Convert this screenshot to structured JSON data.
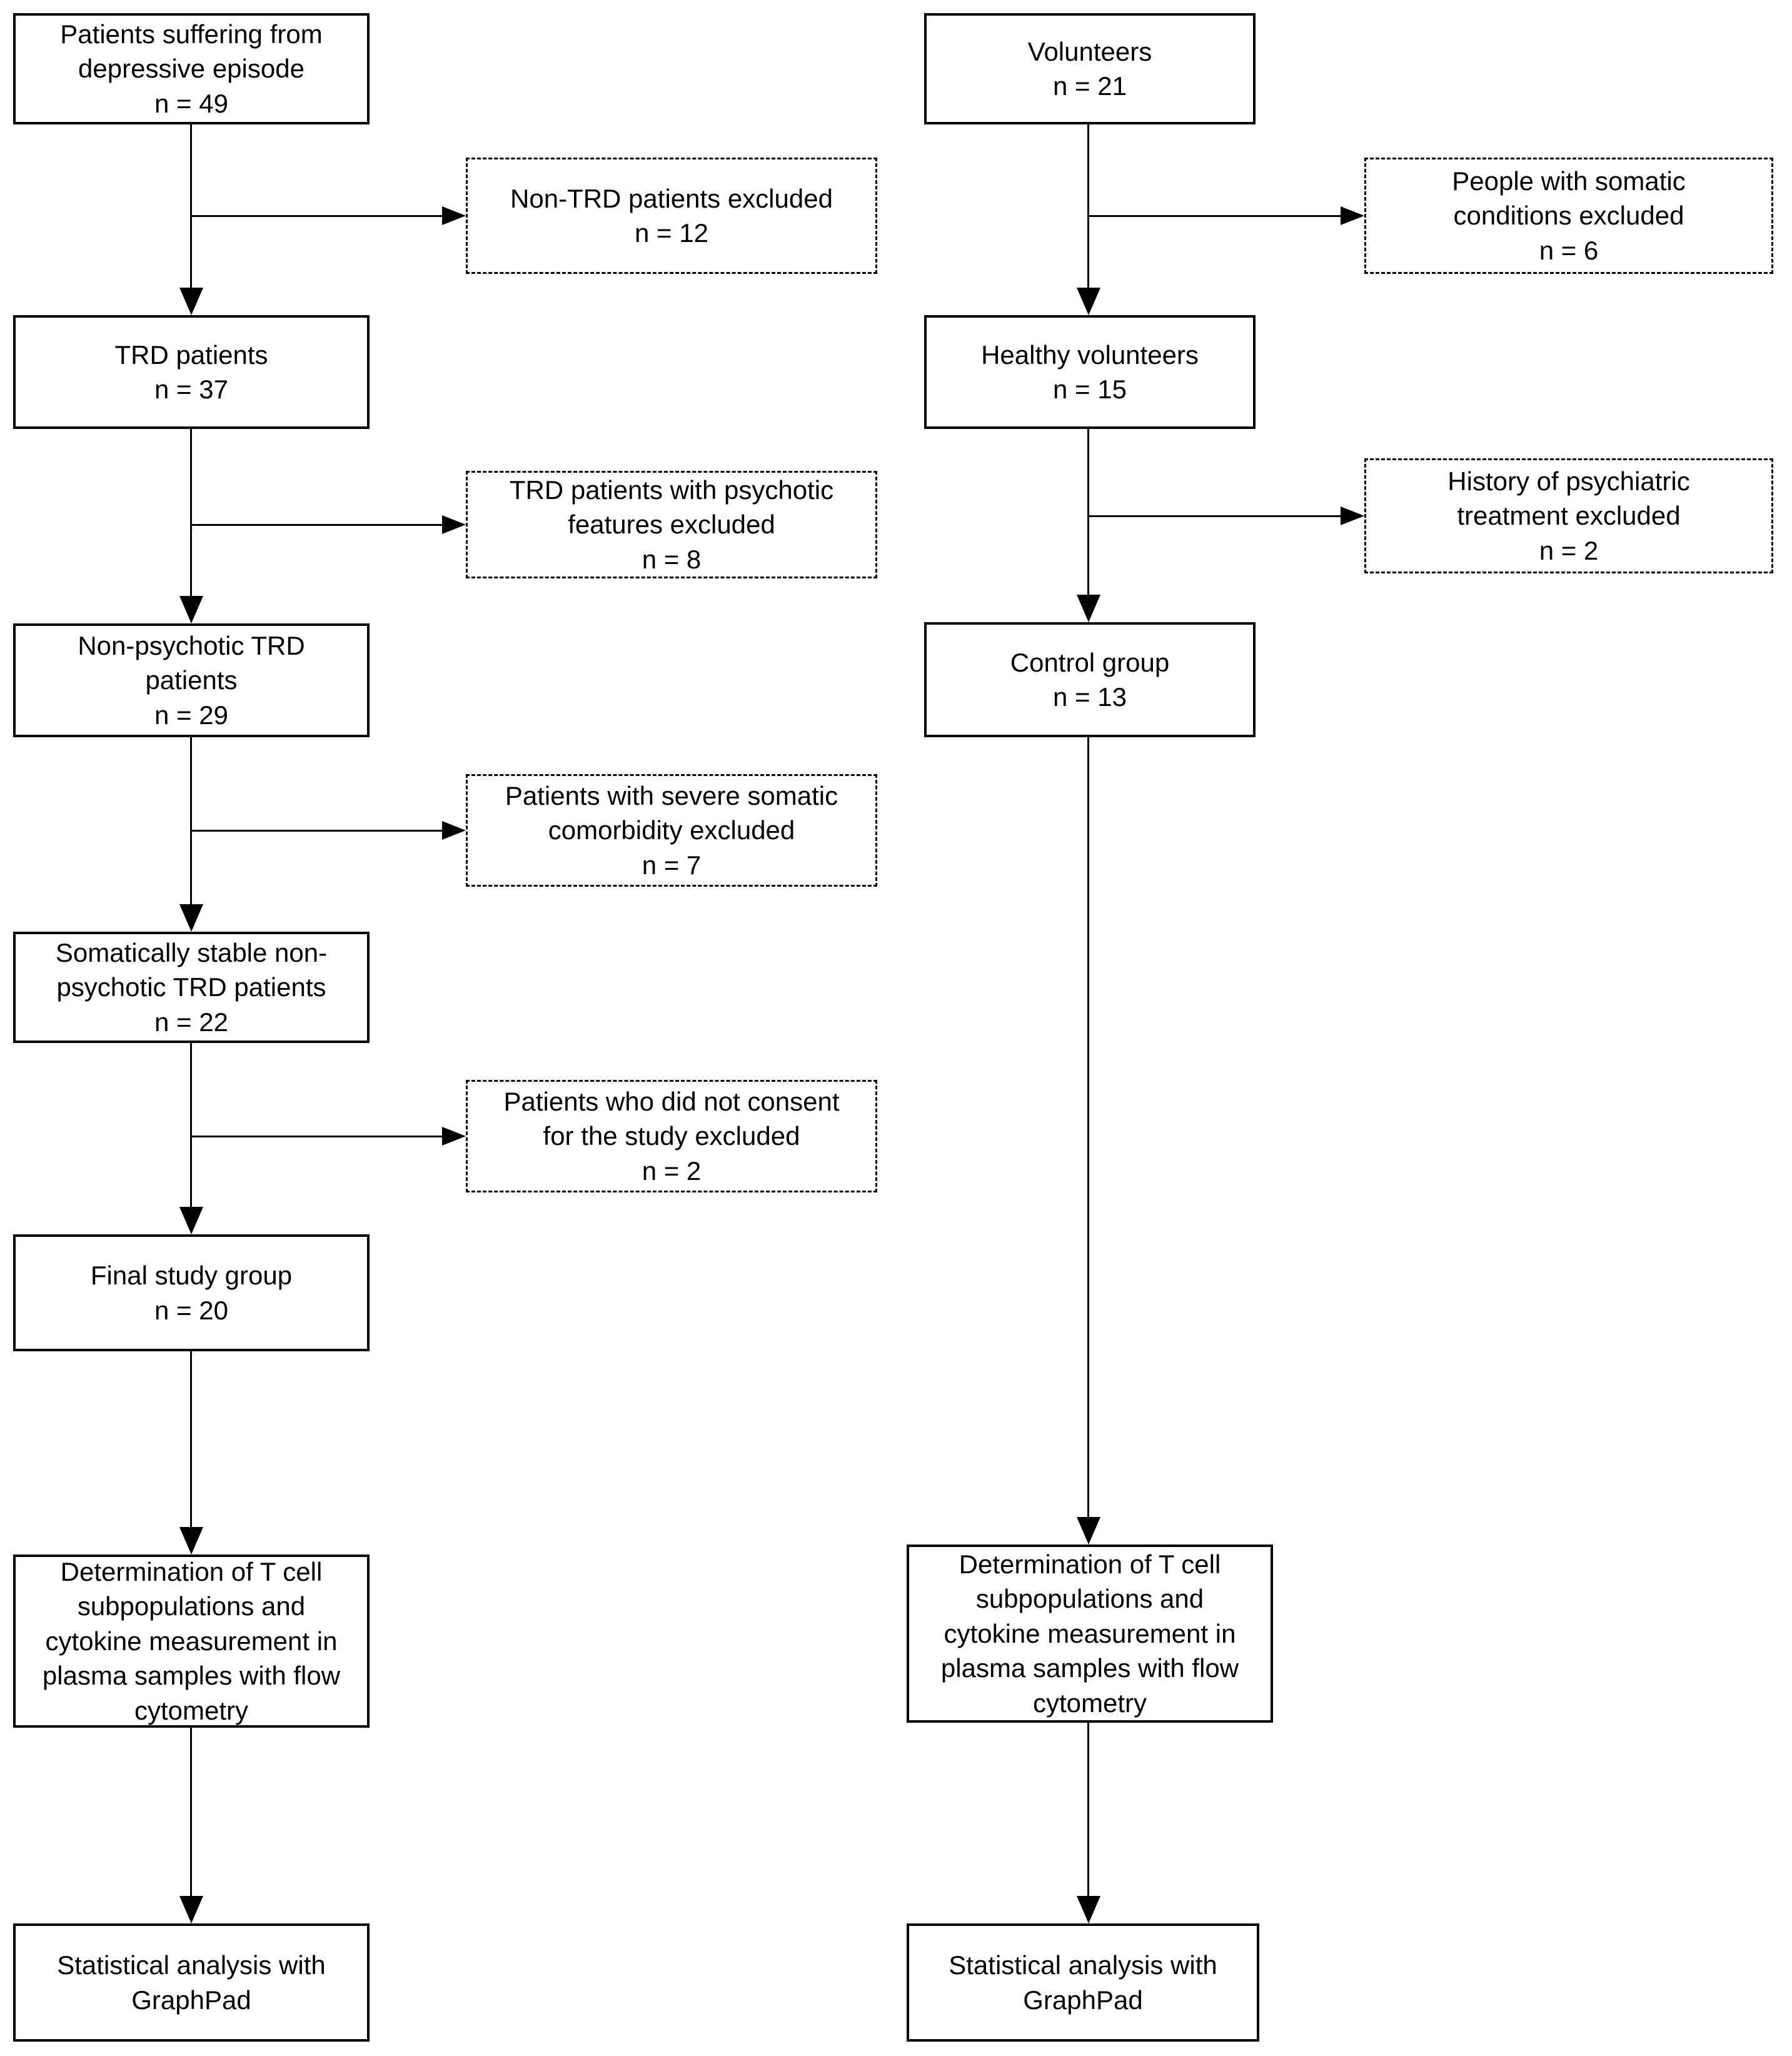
{
  "colors": {
    "background": "#ffffff",
    "box_border": "#000000",
    "text": "#000000",
    "arrow": "#000000"
  },
  "left_column": {
    "nodes": [
      {
        "label": "Patients suffering from\ndepressive episode\nn = 49",
        "style": "solid"
      },
      {
        "label": "TRD patients\nn = 37",
        "style": "solid"
      },
      {
        "label": "Non-psychotic TRD\npatients\nn = 29",
        "style": "solid"
      },
      {
        "label": "Somatically stable non-\npsychotic TRD patients\nn = 22",
        "style": "solid"
      },
      {
        "label": "Final study group\nn = 20",
        "style": "solid"
      },
      {
        "label": "Determination of T cell\nsubpopulations and\ncytokine measurement in\nplasma samples with flow\ncytometry",
        "style": "solid"
      },
      {
        "label": "Statistical analysis with\nGraphPad",
        "style": "solid"
      }
    ],
    "exclusions": [
      {
        "label": "Non-TRD patients excluded\nn = 12",
        "style": "dashed"
      },
      {
        "label": "TRD patients with psychotic\nfeatures excluded\nn = 8",
        "style": "dashed"
      },
      {
        "label": "Patients with severe somatic\ncomorbidity excluded\nn = 7",
        "style": "dashed"
      },
      {
        "label": "Patients who did not consent\nfor the study excluded\nn = 2",
        "style": "dashed"
      }
    ]
  },
  "right_column": {
    "nodes": [
      {
        "label": "Volunteers\nn = 21",
        "style": "solid"
      },
      {
        "label": "Healthy volunteers\nn = 15",
        "style": "solid"
      },
      {
        "label": "Control group\nn = 13",
        "style": "solid"
      },
      {
        "label": "Determination of T cell\nsubpopulations and\ncytokine measurement in\nplasma samples with flow\ncytometry",
        "style": "solid"
      },
      {
        "label": "Statistical analysis with\nGraphPad",
        "style": "solid"
      }
    ],
    "exclusions": [
      {
        "label": "People with somatic\nconditions excluded\nn = 6",
        "style": "dashed"
      },
      {
        "label": "History of psychiatric\ntreatment excluded\nn = 2",
        "style": "dashed"
      }
    ]
  }
}
